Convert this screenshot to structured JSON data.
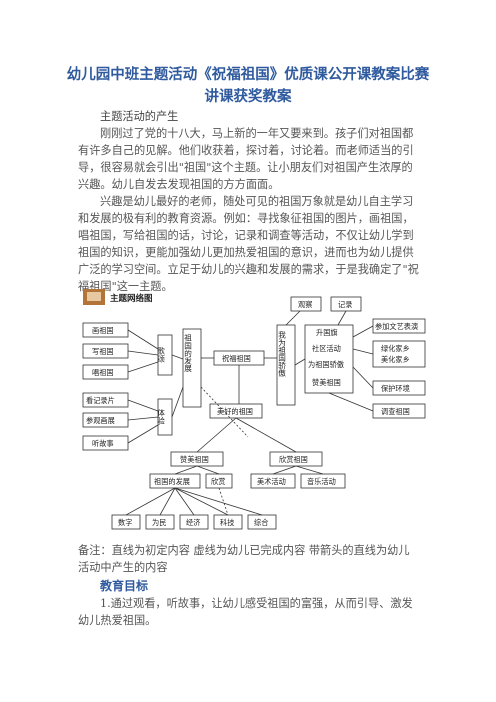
{
  "document": {
    "title": "幼儿园中班主题活动《祝福祖国》优质课公开课教案比赛讲课获奖教案",
    "section_origin_heading": "主题活动的产生",
    "para1": "刚刚过了党的十八大，马上新的一年又要来到。孩子们对祖国都有许多自己的见解。他们收获着，探讨着，讨论着。而老师适当的引导，很容易就会引出\"祖国\"这个主题。让小朋友们对祖国产生浓厚的兴趣。幼儿自发去发现祖国的方方面面。",
    "para2": "兴趣是幼儿最好的老师，随处可见的祖国万象就是幼儿自主学习和发展的极有利的教育资源。例如：寻找象征祖国的图片，画祖国，唱祖国，写给祖国的话，讨论，记录和调查等活动，不仅让幼儿学到祖国的知识，更能加强幼儿更加热爱祖国的意识，进而也为幼儿提供广泛的学习空间。立足于幼儿的兴趣和发展的需求，于是我确定了\"祝福祖国\"这一主题。",
    "note": "备注：直线为初定内容  虚线为幼儿已完成内容  带箭头的直线为幼儿活动中产生的内容",
    "edu_heading": "教育目标",
    "goal1": "1.通过观看，听故事，让幼儿感受祖国的富强，从而引导、激发幼儿热爱祖国。"
  },
  "diagram": {
    "header": "主题网络图",
    "center": "祝福祖国",
    "left_top": [
      "画祖国",
      "写祖国",
      "唱祖国"
    ],
    "left_bottom": [
      "看记录片",
      "参观画展",
      "听故事"
    ],
    "experience_top": "歌颂",
    "experience_bottom": "体验",
    "dev": "祖国的发展",
    "pride": "我为祖国骄傲",
    "obs": "观察",
    "record": "记录",
    "right_mid": [
      "升国旗",
      "社区活动",
      "为祖国骄傲",
      "赞美祖国"
    ],
    "far_right": [
      "参加文艺表演",
      "绿化家乡",
      "美化家乡",
      "保护环境",
      "调查祖国"
    ],
    "beautiful": "美好的祖国",
    "praise": "赞美祖国",
    "appreciate": "欣赏祖国",
    "dev2": "祖国的发展",
    "enjoy": "欣赏",
    "art": "美术活动",
    "music": "音乐活动",
    "bottom": [
      "数字",
      "为民",
      "经济",
      "科技",
      "综合"
    ]
  },
  "colors": {
    "title": "#2f5a9e",
    "body_text": "#555555"
  }
}
